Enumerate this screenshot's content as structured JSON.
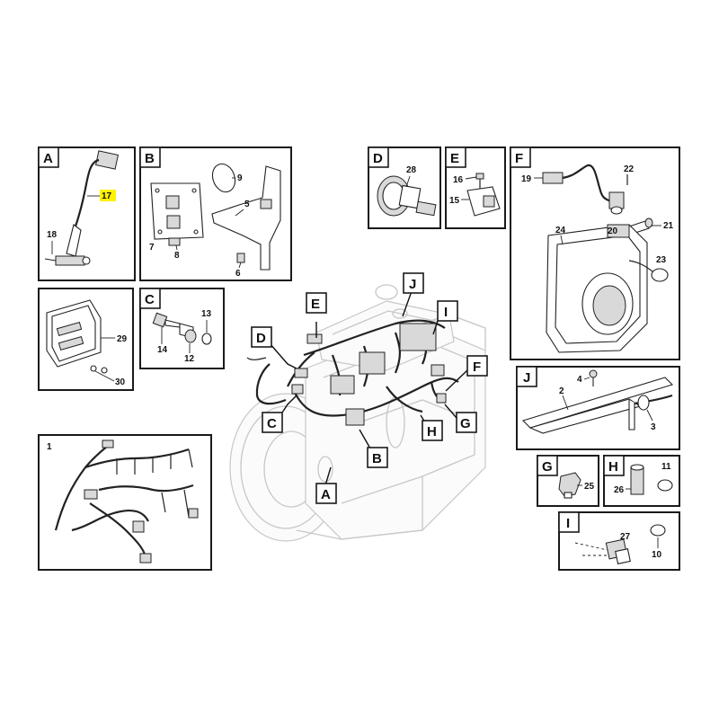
{
  "panels": {
    "A": {
      "letter": "A",
      "callouts": [
        "17",
        "18"
      ],
      "highlighted": "17"
    },
    "B": {
      "letter": "B",
      "callouts": [
        "9",
        "5",
        "7",
        "8",
        "6"
      ]
    },
    "C": {
      "letter": "C",
      "callouts": [
        "13",
        "14",
        "12"
      ]
    },
    "D": {
      "letter": "D",
      "callouts": [
        "28"
      ]
    },
    "E": {
      "letter": "E",
      "callouts": [
        "16",
        "15"
      ]
    },
    "F": {
      "letter": "F",
      "callouts": [
        "22",
        "19",
        "21",
        "20",
        "24",
        "23"
      ]
    },
    "J": {
      "letter": "J",
      "callouts": [
        "4",
        "2",
        "3"
      ]
    },
    "G": {
      "letter": "G",
      "callouts": [
        "25"
      ]
    },
    "H": {
      "letter": "H",
      "callouts": [
        "11",
        "26"
      ]
    },
    "I": {
      "letter": "I",
      "callouts": [
        "27",
        "10"
      ]
    },
    "harness": {
      "callouts": [
        "1"
      ]
    },
    "ecu": {
      "callouts": [
        "29",
        "30"
      ]
    }
  },
  "engine_tags": [
    "E",
    "J",
    "I",
    "D",
    "F",
    "C",
    "G",
    "H",
    "B",
    "A"
  ],
  "colors": {
    "highlight": "#fff200",
    "line": "#1a1a1a",
    "engine": "#c7c7c7"
  }
}
